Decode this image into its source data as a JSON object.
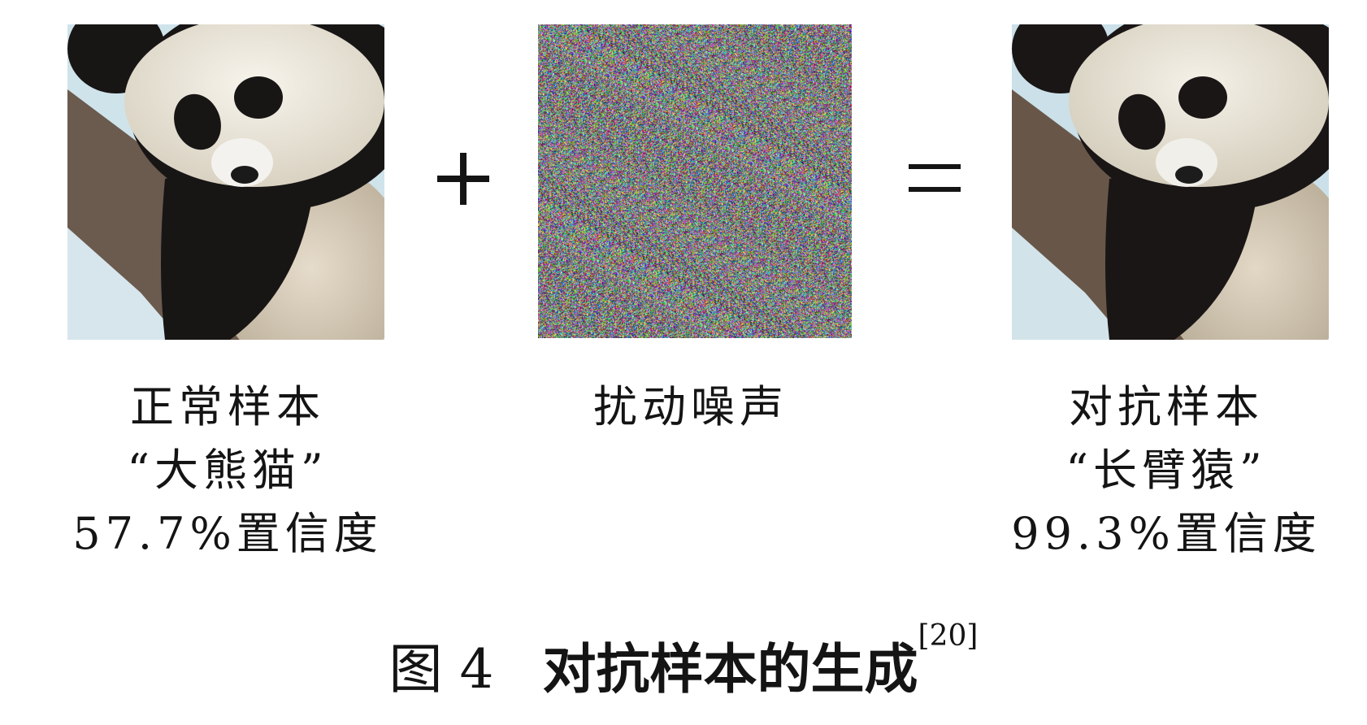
{
  "panels": {
    "original": {
      "caption_line1": "正常样本",
      "caption_line2": "“大熊猫”",
      "caption_line3": "57.7%置信度"
    },
    "noise": {
      "caption_line1": "扰动噪声"
    },
    "adversarial": {
      "caption_line1": "对抗样本",
      "caption_line2": "“长臂猿”",
      "caption_line3": "99.3%置信度"
    }
  },
  "operators": {
    "plus": "+",
    "equals": "="
  },
  "figure_caption": {
    "number": "图 4",
    "title": "对抗样本的生成",
    "citation": "[20]"
  },
  "colors": {
    "background": "#ffffff",
    "text": "#141414",
    "sky": "#cfe3ea",
    "fur_white": "#f2efe6",
    "fur_black": "#181515",
    "branch": "#6b5a4e"
  },
  "icons": {
    "original": "panda-photo",
    "noise": "noise-pattern",
    "adversarial": "panda-photo"
  }
}
